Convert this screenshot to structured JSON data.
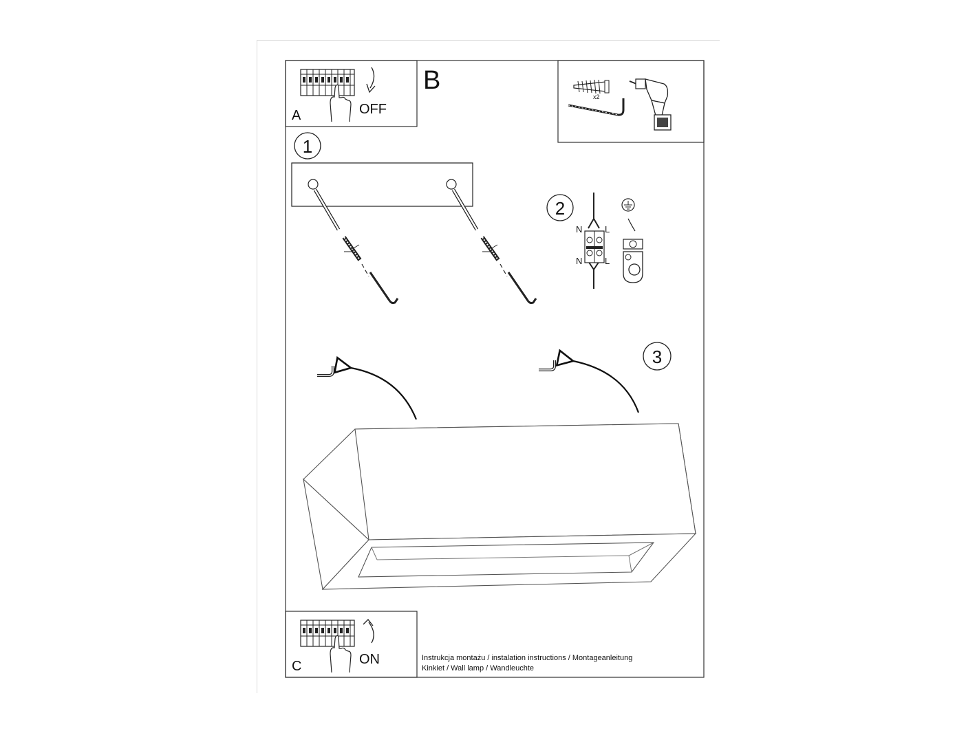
{
  "panels": {
    "a": {
      "label": "A",
      "switch_text": "OFF"
    },
    "b": {
      "label": "B",
      "dowel_count": "x2"
    },
    "c": {
      "label": "C",
      "switch_text": "ON"
    }
  },
  "steps": {
    "step1": "1",
    "step2": "2",
    "step3": "3"
  },
  "wiring": {
    "neutral": "N",
    "live": "L"
  },
  "footer": {
    "line1": "Instrukcja montażu / instalation instructions / Montageanleitung",
    "line2": "Kinkiet / Wall lamp / Wandleuchte"
  }
}
